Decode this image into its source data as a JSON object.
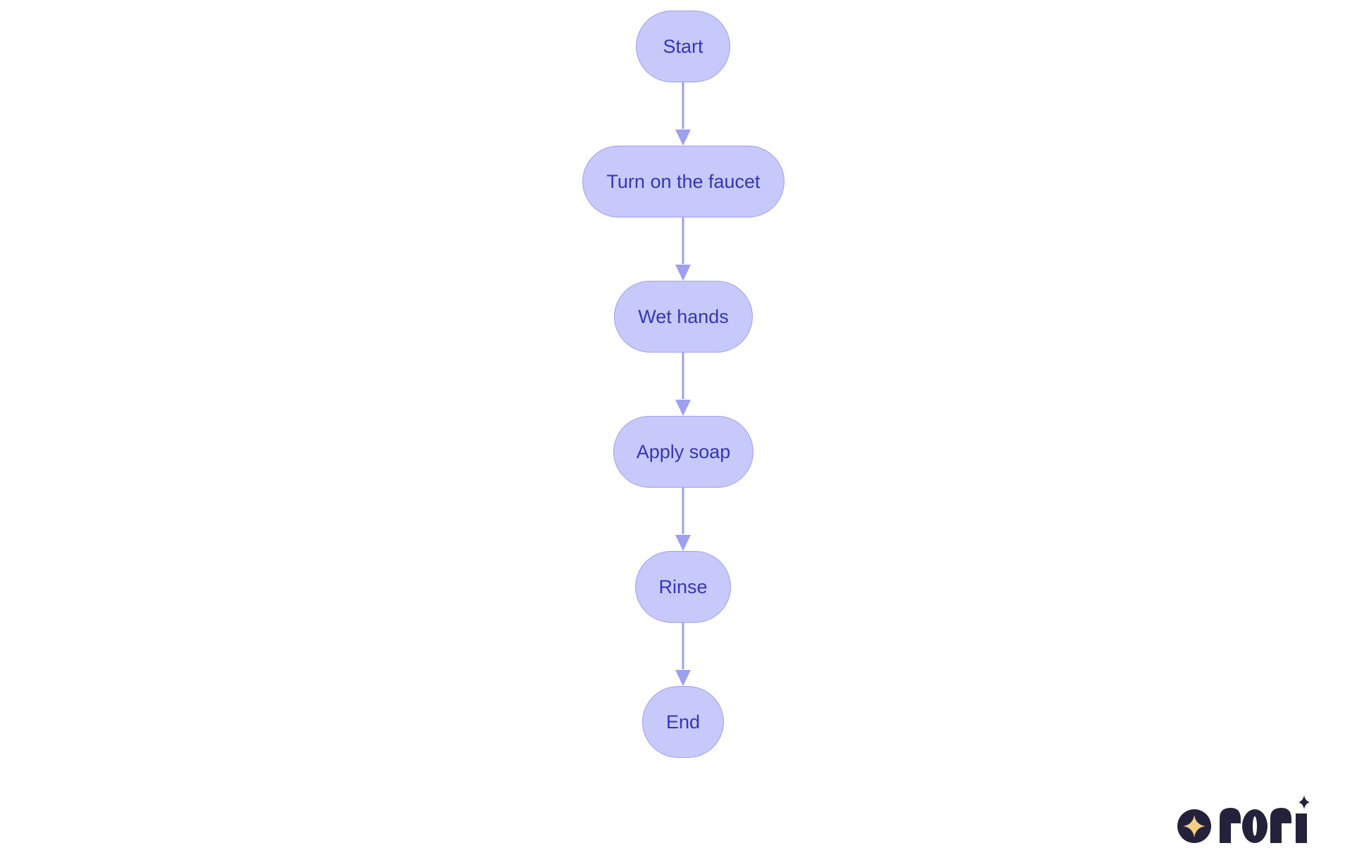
{
  "diagram": {
    "nodes": [
      {
        "id": "start",
        "label": "Start"
      },
      {
        "id": "faucet",
        "label": "Turn on the faucet"
      },
      {
        "id": "wet",
        "label": "Wet hands"
      },
      {
        "id": "soap",
        "label": "Apply soap"
      },
      {
        "id": "rinse",
        "label": "Rinse"
      },
      {
        "id": "end",
        "label": "End"
      }
    ],
    "edges": [
      {
        "from": "start",
        "to": "faucet"
      },
      {
        "from": "faucet",
        "to": "wet"
      },
      {
        "from": "wet",
        "to": "soap"
      },
      {
        "from": "soap",
        "to": "rinse"
      },
      {
        "from": "rinse",
        "to": "end"
      }
    ]
  },
  "colors": {
    "node_fill": "#c8c9fb",
    "node_border": "#9d9fef",
    "node_text": "#3535b8",
    "edge": "#9d9fef",
    "logo_dark": "#23223a",
    "logo_star": "#f2d08a"
  },
  "logo": {
    "icon": "rori-logo",
    "text": "rori"
  }
}
